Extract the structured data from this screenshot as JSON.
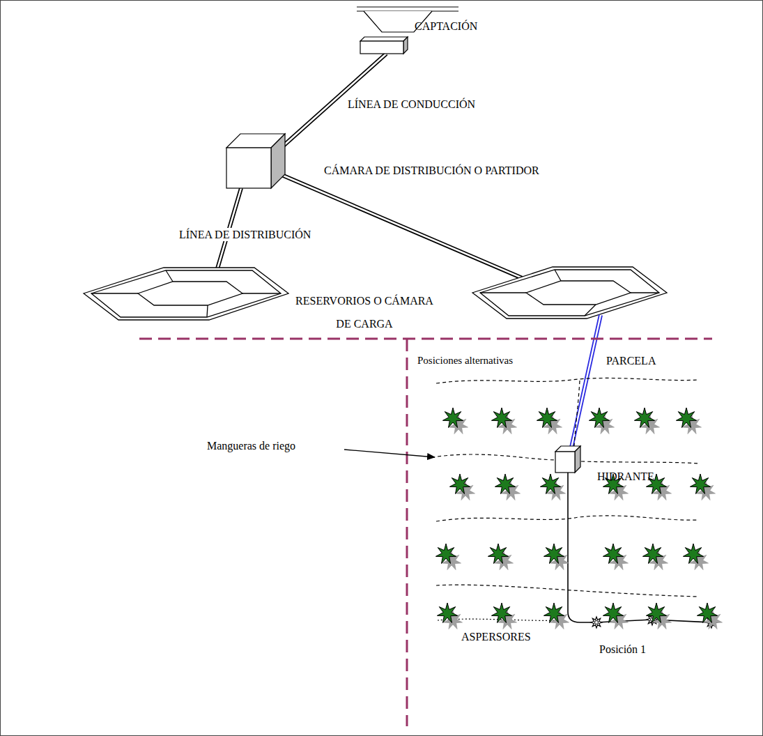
{
  "diagram": {
    "nodes": [
      {
        "text": [
          "CAPTACIÓN"
        ]
      },
      {
        "text": [
          "CÁMARA DE DISTRIBUCIÓN O PARTIDOR"
        ]
      },
      {
        "text": [
          "RESERVORIOS O CÁMARA DE CARGA"
        ]
      },
      {
        "text": [
          "HIDRANTE"
        ]
      }
    ],
    "edges": [
      {
        "from": 0,
        "to": 1,
        "label": "LÍNEA DE CONDUCCIÓN",
        "arrow": "none"
      },
      {
        "from": 1,
        "to": 2,
        "label": "LÍNEA DE DISTRIBUCIÓN",
        "arrow": "none"
      }
    ],
    "labels": [
      "Posiciones alternativas",
      "PARCELA",
      "Mangueras de riego",
      "ASPERSORES",
      "Posición 1"
    ]
  }
}
